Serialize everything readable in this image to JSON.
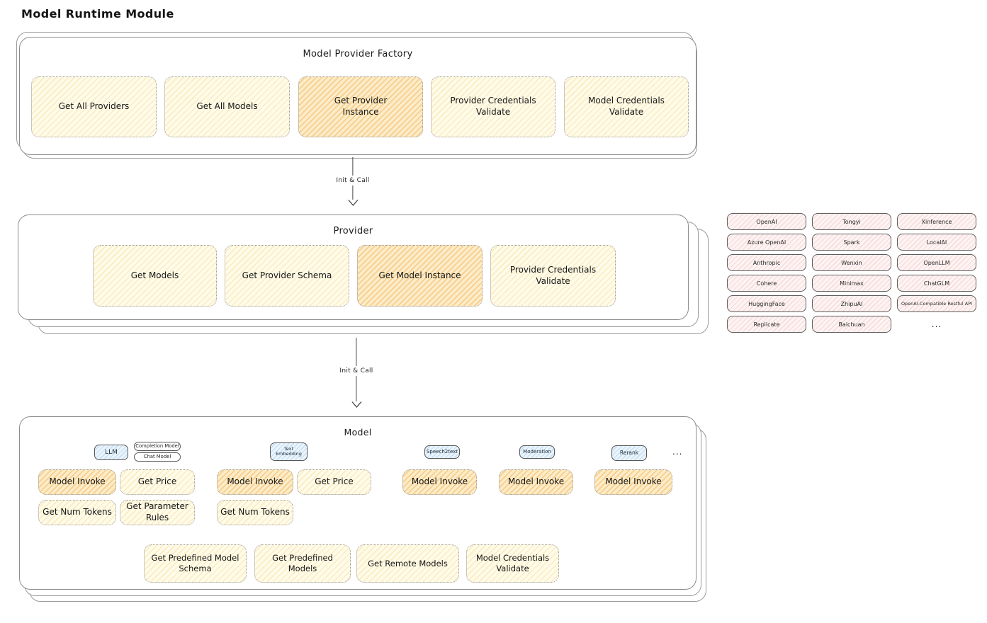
{
  "title": "Model Runtime Module",
  "arrows": {
    "arrow1": "Init & Call",
    "arrow2": "Init & Call"
  },
  "factory": {
    "label": "Model Provider Factory",
    "items": [
      {
        "label": "Get All Providers"
      },
      {
        "label": "Get All Models"
      },
      {
        "label": "Get Provider Instance"
      },
      {
        "label": "Provider Credentials Validate"
      },
      {
        "label": "Model Credentials Validate"
      }
    ]
  },
  "provider": {
    "label": "Provider",
    "items": [
      {
        "label": "Get Models"
      },
      {
        "label": "Get Provider Schema"
      },
      {
        "label": "Get Model Instance"
      },
      {
        "label": "Provider Credentials Validate"
      }
    ]
  },
  "vendors": {
    "items": [
      "OpenAI",
      "Tongyi",
      "Xinference",
      "Azure OpenAI",
      "Spark",
      "LocalAI",
      "Anthropic",
      "Wenxin",
      "OpenLLM",
      "Cohere",
      "Minimax",
      "ChatGLM",
      "HuggingFace",
      "ZhipuAI",
      "OpenAI-Compatible Restful API",
      "Replicate",
      "Baichuan"
    ],
    "more": "..."
  },
  "model": {
    "label": "Model",
    "tags": {
      "llm": "LLM",
      "completion": "Completion Model",
      "chat": "Chat Model",
      "text_embedding": "Text Embedding",
      "speech2text": "Speech2text",
      "moderation": "Moderation",
      "rerank": "Rerank",
      "more": "..."
    },
    "ops": {
      "model_invoke": "Model Invoke",
      "get_price": "Get Price",
      "get_num_tokens": "Get Num Tokens",
      "get_parameter_rules": "Get Parameter Rules"
    },
    "bottom": [
      {
        "label": "Get Predefined Model Schema"
      },
      {
        "label": "Get Predefined Models"
      },
      {
        "label": "Get Remote Models"
      },
      {
        "label": "Model Credentials Validate"
      }
    ]
  }
}
